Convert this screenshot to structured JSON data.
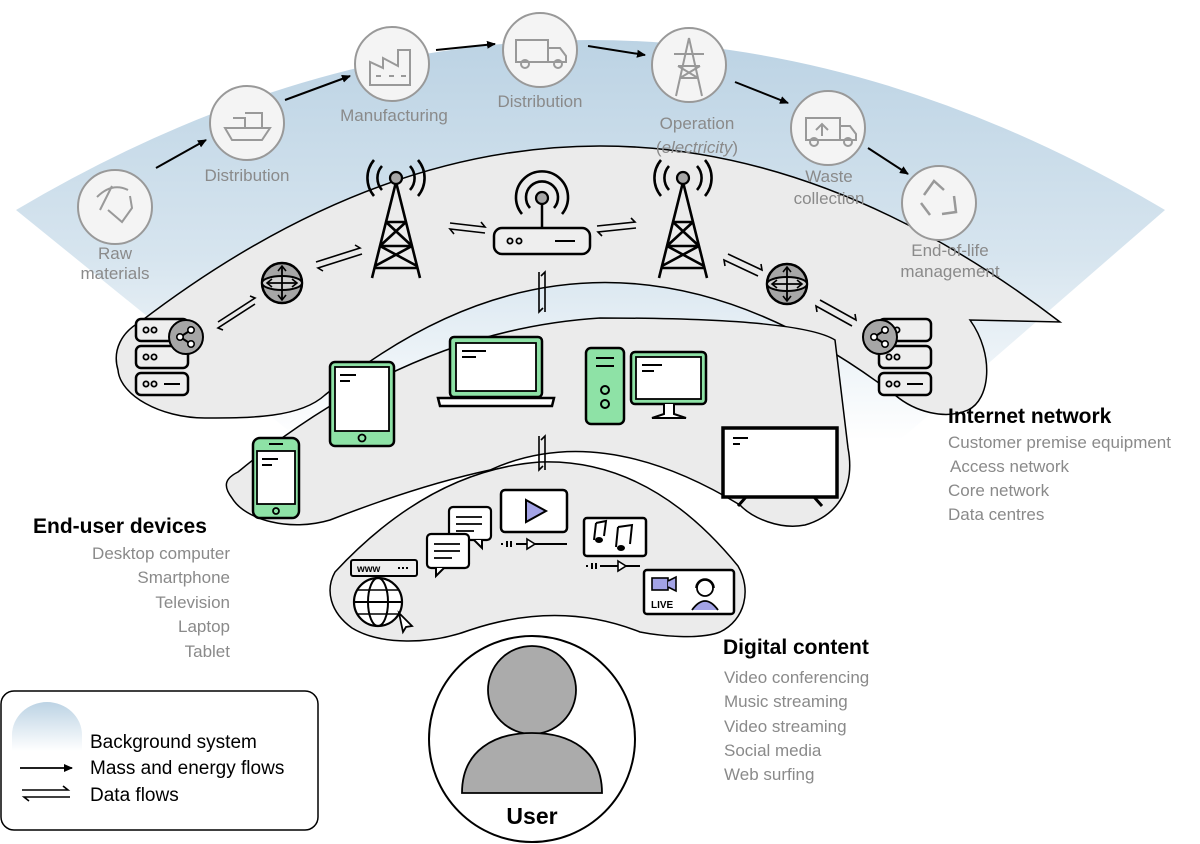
{
  "lifecycle": {
    "stages": [
      {
        "id": "raw-materials",
        "lines": [
          "Raw",
          "materials"
        ]
      },
      {
        "id": "distribution-1",
        "lines": [
          "Distribution"
        ]
      },
      {
        "id": "manufacturing",
        "lines": [
          "Manufacturing"
        ]
      },
      {
        "id": "distribution-2",
        "lines": [
          "Distribution"
        ]
      },
      {
        "id": "operation",
        "lines": [
          "Operation"
        ],
        "sub_prefix": "(",
        "sub_italic": "electricity",
        "sub_suffix": ")"
      },
      {
        "id": "waste-collection",
        "lines": [
          "Waste",
          "collection"
        ]
      },
      {
        "id": "end-of-life",
        "lines": [
          "End-of-life",
          "management"
        ]
      }
    ]
  },
  "internet_network": {
    "heading": "Internet network",
    "items": [
      "Customer premise equipment",
      "Access network",
      "Core network",
      "Data centres"
    ]
  },
  "end_user_devices": {
    "heading": "End-user devices",
    "items": [
      "Desktop computer",
      "Smartphone",
      "Television",
      "Laptop",
      "Tablet"
    ]
  },
  "digital_content": {
    "heading": "Digital content",
    "items": [
      "Video conferencing",
      "Music streaming",
      "Video streaming",
      "Social media",
      "Web surfing"
    ],
    "www_label": "www",
    "live_label": "LIVE"
  },
  "user": {
    "label": "User"
  },
  "legend": {
    "background": "Background system",
    "mass_energy": "Mass and energy flows",
    "data": "Data flows"
  },
  "colors": {
    "device_green": "#8ee2a6",
    "band_gray": "#ebebeb",
    "icon_gray": "#a6a6a6",
    "user_gray": "#ababab",
    "sky_top": "#bcd3e4"
  }
}
